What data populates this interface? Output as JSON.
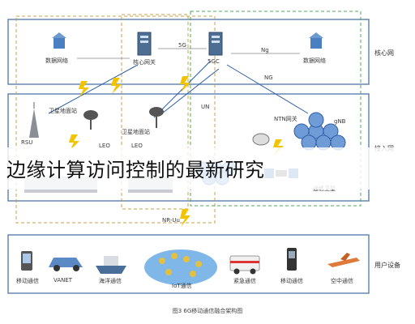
{
  "layers": {
    "core": "核心网",
    "access": "接入网",
    "user": "用户设备"
  },
  "core_nodes": {
    "left_network": "数据网络",
    "core_gateway": "核心网关",
    "sgc": "5GC",
    "right_network": "数据网络"
  },
  "links": {
    "core_mid": "5G",
    "core_right": "Ng",
    "diag_ng": "NG",
    "diag_un": "UN",
    "nr_uu": "NR-Uu"
  },
  "access_nodes": {
    "rsu": "RSU",
    "sat_station_1": "卫星地面站",
    "sat_station_2": "卫星地面站",
    "ntn_gateway": "NTN网关",
    "gnb": "gNB",
    "leo_1": "LEO",
    "leo_2": "LEO",
    "satellite": "通信卫星"
  },
  "user_devices": {
    "phone": "移动通信",
    "car": "VANET",
    "ship": "海洋通信",
    "iot": "IoT通信",
    "ambulance": "紧急通信",
    "handset": "移动通信",
    "plane": "空中通信"
  },
  "overlay_title": "边缘计算访问控制的最新研究",
  "caption": "图3 6G移动通信融合架构图",
  "colors": {
    "frame": "#5a7fb0",
    "dashed": "#c9a04a",
    "link": "#2e5fa6",
    "bolt": "#f2c300"
  }
}
